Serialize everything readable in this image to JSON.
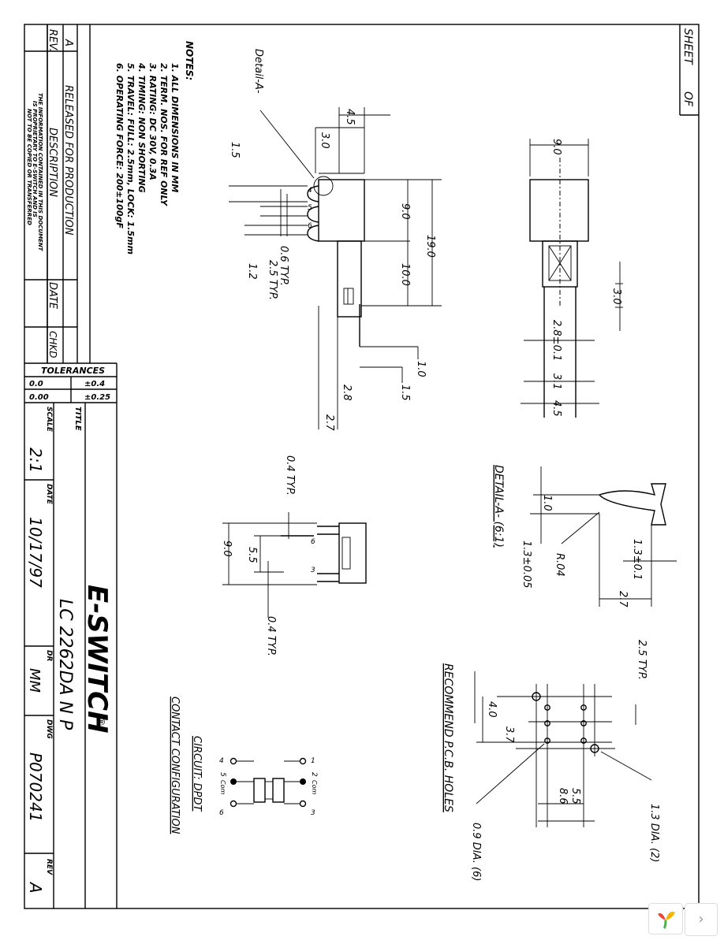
{
  "sheet": {
    "label": "SHEET",
    "of": "OF"
  },
  "notes": {
    "heading": "NOTES:",
    "items": [
      "1. ALL DIMENSIONS IN MM",
      "2. TERM. NOS. FOR REF ONLY",
      "3. RATING: DC 30V, 0.3A",
      "4. TIMING: NON SHORTING",
      "5. TRAVEL: FULL: 2.5mm, LOCK: 1.5mm",
      "6. OPERATING FORCE: 200±100gF"
    ]
  },
  "revision_block": {
    "col_rev": "REV.",
    "col_desc": "DESCRIPTION",
    "col_date": "DATE",
    "col_chkd": "CHKD",
    "row_rev": "A",
    "row_desc": "RELEASED FOR PRODUCTION"
  },
  "proprietary": [
    "THE INFORMATION CONTAINED IN THIS DOCUMENT",
    "IS PROPRIETARY TO E-SWITCH AND IS",
    "NOT TO BE COPIED OR TRANSFERRED"
  ],
  "tolerances": {
    "title": "TOLERANCES",
    "rows": [
      {
        "fmt": "0.0",
        "tol": "±0.4"
      },
      {
        "fmt": "0.00",
        "tol": "±0.25"
      }
    ]
  },
  "title_block": {
    "title_label": "TITLE",
    "title": "LC 2262DA N P",
    "scale_label": "SCALE",
    "scale": "2:1",
    "date_label": "DATE",
    "date": "10/17/97",
    "dr_label": "DR",
    "dr": "MM",
    "dwg_label": "DWG",
    "dwg": "P070241",
    "rev_label": "REV",
    "rev": "A",
    "company": "E-SWITCH",
    "registered": "®"
  },
  "side_view": {
    "detail_callout": "Detail-A-",
    "dims": [
      "4.5",
      "3.0",
      "1.5",
      "19.0",
      "9.0",
      "10.0",
      "0.6 TYP.",
      "2.5 TYP.",
      "1.2",
      "1.0",
      "1.5",
      "2.8",
      "2.7"
    ],
    "pins": [
      "4",
      "5",
      "6"
    ]
  },
  "top_view": {
    "dims": [
      "9.0",
      "3.0",
      "2.8±0.1",
      "3.1",
      "4.5"
    ]
  },
  "bottom_view": {
    "dims": [
      "0.4 TYP.",
      "5.5",
      "9.0",
      "0.4 TYP."
    ],
    "pins": [
      "6",
      "3"
    ]
  },
  "detail_a": {
    "title": "DETAIL-A- (6:1)",
    "dims": [
      "1.3±0.1",
      "2.7",
      "1.0",
      "R.04",
      "1.3±0.05"
    ]
  },
  "pcb": {
    "title": "RECOMMEND P.C.B. HOLES",
    "dims": [
      "2.5 TYP.",
      "4.0",
      "3.7",
      "5.5",
      "8.6",
      "1.3 DIA. (2)",
      "0.9 DIA. (6)"
    ]
  },
  "circuit": {
    "title": "CIRCUIT: DPDT",
    "subtitle": "CONTACT CONFIGURATION",
    "pins": [
      "1",
      "2",
      "Com",
      "3",
      "4",
      "5",
      "Com",
      "6"
    ]
  }
}
